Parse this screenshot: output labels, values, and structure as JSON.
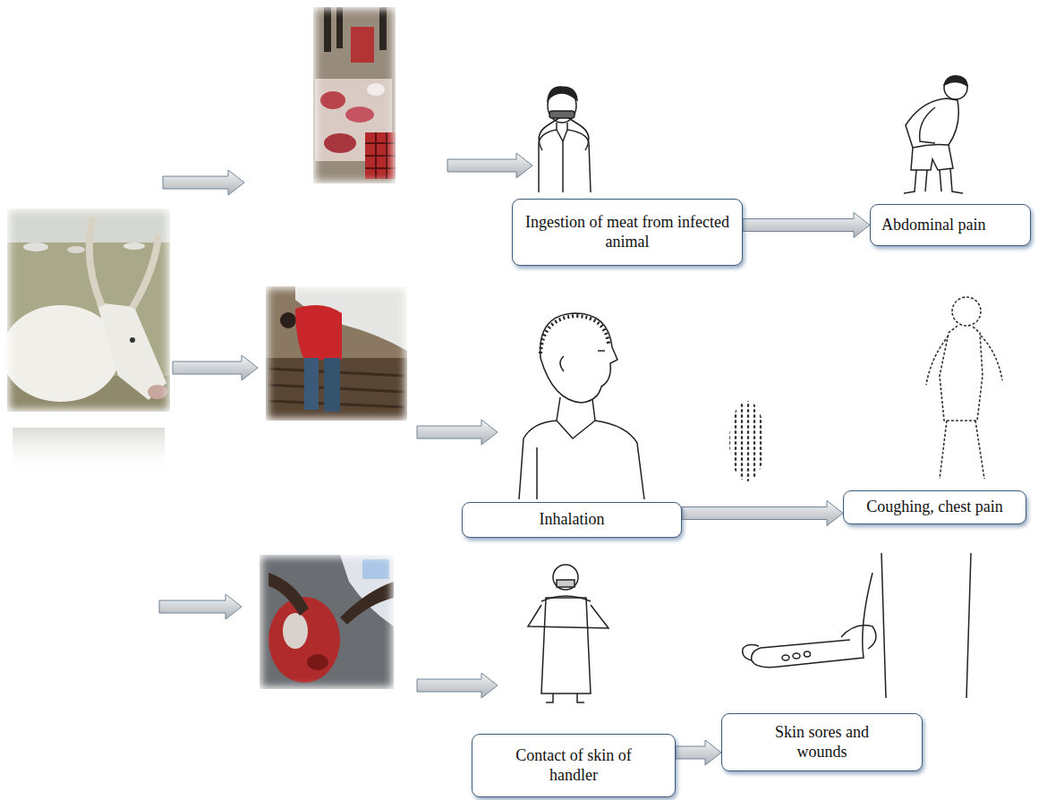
{
  "diagram": {
    "nodes": [
      {
        "text": [
          "Ingestion of meat from infected animal"
        ]
      },
      {
        "text": [
          "Abdominal pain"
        ]
      },
      {
        "text": [
          "Inhalation"
        ]
      },
      {
        "text": [
          "Coughing, chest pain"
        ]
      },
      {
        "text": [
          "Contact of skin of handler"
        ]
      },
      {
        "text": [
          "Skin sores and wounds"
        ]
      }
    ],
    "edges": [
      {
        "from": 0,
        "to": 1,
        "arrow": "to"
      },
      {
        "from": 2,
        "to": 3,
        "arrow": "to"
      },
      {
        "from": 4,
        "to": 5,
        "arrow": "to"
      }
    ]
  }
}
